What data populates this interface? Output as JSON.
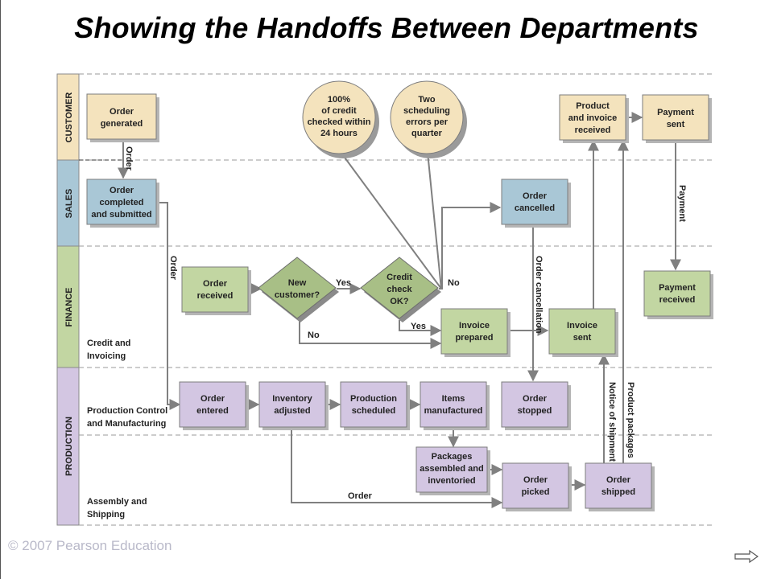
{
  "title": "Showing the Handoffs Between Departments",
  "copyright": "© 2007 Pearson Education",
  "colors": {
    "customer": "#f4e3bd",
    "sales": "#a9c7d6",
    "finance": "#c2d6a2",
    "production": "#d3c6e2",
    "box_border": "#7d7d7d",
    "arrow": "#808080"
  },
  "lanes": {
    "customer": "CUSTOMER",
    "sales": "SALES",
    "finance": "FINANCE",
    "production": "PRODUCTION"
  },
  "sublanes": {
    "credit_invoicing": [
      "Credit and",
      "Invoicing"
    ],
    "production_control": [
      "Production Control",
      "and Manufacturing"
    ],
    "assembly_shipping": [
      "Assembly and",
      "Shipping"
    ]
  },
  "boxes": {
    "order_generated": [
      "Order",
      "generated"
    ],
    "product_invoice_received": [
      "Product",
      "and invoice",
      "received"
    ],
    "payment_sent": [
      "Payment",
      "sent"
    ],
    "order_completed": [
      "Order",
      "completed",
      "and submitted"
    ],
    "order_cancelled": [
      "Order",
      "cancelled"
    ],
    "order_received": [
      "Order",
      "received"
    ],
    "new_customer": [
      "New",
      "customer?"
    ],
    "credit_check": [
      "Credit",
      "check",
      "OK?"
    ],
    "invoice_prepared": [
      "Invoice",
      "prepared"
    ],
    "invoice_sent": [
      "Invoice",
      "sent"
    ],
    "payment_received": [
      "Payment",
      "received"
    ],
    "order_entered": [
      "Order",
      "entered"
    ],
    "inventory_adjusted": [
      "Inventory",
      "adjusted"
    ],
    "production_scheduled": [
      "Production",
      "scheduled"
    ],
    "items_manufactured": [
      "Items",
      "manufactured"
    ],
    "order_stopped": [
      "Order",
      "stopped"
    ],
    "packages_assembled": [
      "Packages",
      "assembled and",
      "inventoried"
    ],
    "order_picked": [
      "Order",
      "picked"
    ],
    "order_shipped": [
      "Order",
      "shipped"
    ]
  },
  "metrics": {
    "credit_metric": [
      "100%",
      "of credit",
      "checked within",
      "24 hours"
    ],
    "scheduling_metric": [
      "Two",
      "scheduling",
      "errors per",
      "quarter"
    ]
  },
  "flow_labels": {
    "order_down": "Order",
    "order_finance": "Order",
    "yes1": "Yes",
    "yes2": "Yes",
    "no1": "No",
    "no2": "No",
    "payment": "Payment",
    "order_cancellation": "Order cancellation",
    "product_packages": "Product packages",
    "notice_of_shipment": "Notice of shipment",
    "order_bottom": "Order"
  }
}
